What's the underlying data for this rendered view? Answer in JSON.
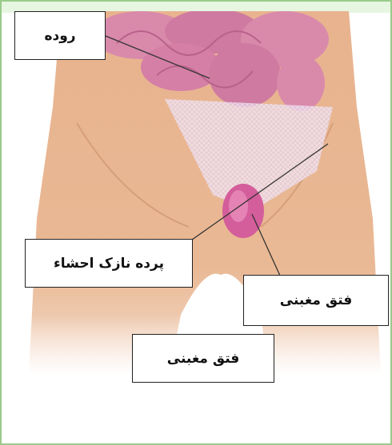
{
  "labels": {
    "intestine": "روده",
    "peritoneum": "پرده نازک احشاء",
    "hernia_right": "فتق مغبنی",
    "hernia_bottom": "فتق مغبنی"
  },
  "colors": {
    "border": "#9acb8a",
    "band": "#e6f6e1",
    "skin": "#e9b894",
    "intestine": "#d87fa4",
    "hernia": "#d45d9b"
  }
}
